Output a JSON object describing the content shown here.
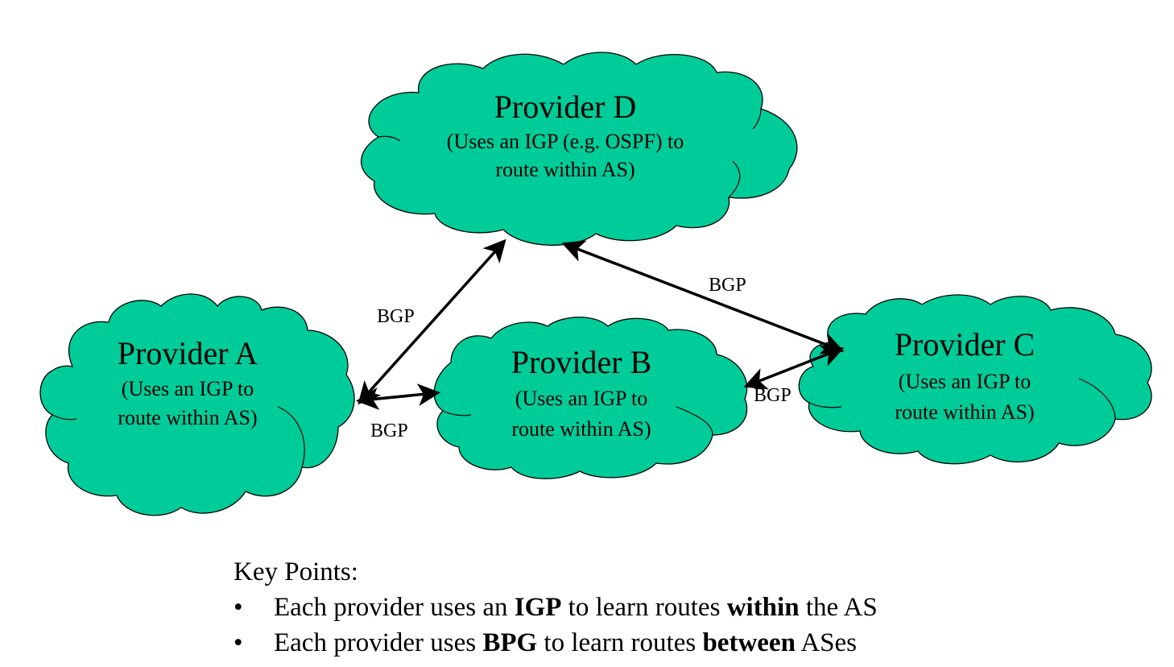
{
  "colors": {
    "cloud": "#00CC99",
    "stroke": "#000000"
  },
  "providers": [
    {
      "id": "D",
      "title": "Provider D",
      "lines": [
        "(Uses an IGP (e.g. OSPF) to",
        "route within AS)"
      ]
    },
    {
      "id": "A",
      "title": "Provider A",
      "lines": [
        "(Uses an IGP to",
        "route within AS)"
      ]
    },
    {
      "id": "B",
      "title": "Provider B",
      "lines": [
        "(Uses an IGP to",
        "route within AS)"
      ]
    },
    {
      "id": "C",
      "title": "Provider C",
      "lines": [
        "(Uses an IGP to",
        "route within AS)"
      ]
    }
  ],
  "links": [
    {
      "from": "A",
      "to": "D",
      "label": "BGP"
    },
    {
      "from": "A",
      "to": "B",
      "label": "BGP"
    },
    {
      "from": "D",
      "to": "C",
      "label": "BGP"
    },
    {
      "from": "B",
      "to": "C",
      "label": "BGP"
    }
  ],
  "key_points": {
    "title": "Key Points:",
    "bullet": "•",
    "items": [
      {
        "pre": "Each provider uses an ",
        "b1": "IGP",
        "mid": " to learn routes ",
        "b2": "within",
        "post": " the AS"
      },
      {
        "pre": "Each provider uses ",
        "b1": "BPG",
        "mid": " to learn routes ",
        "b2": "between",
        "post": " ASes"
      }
    ]
  }
}
